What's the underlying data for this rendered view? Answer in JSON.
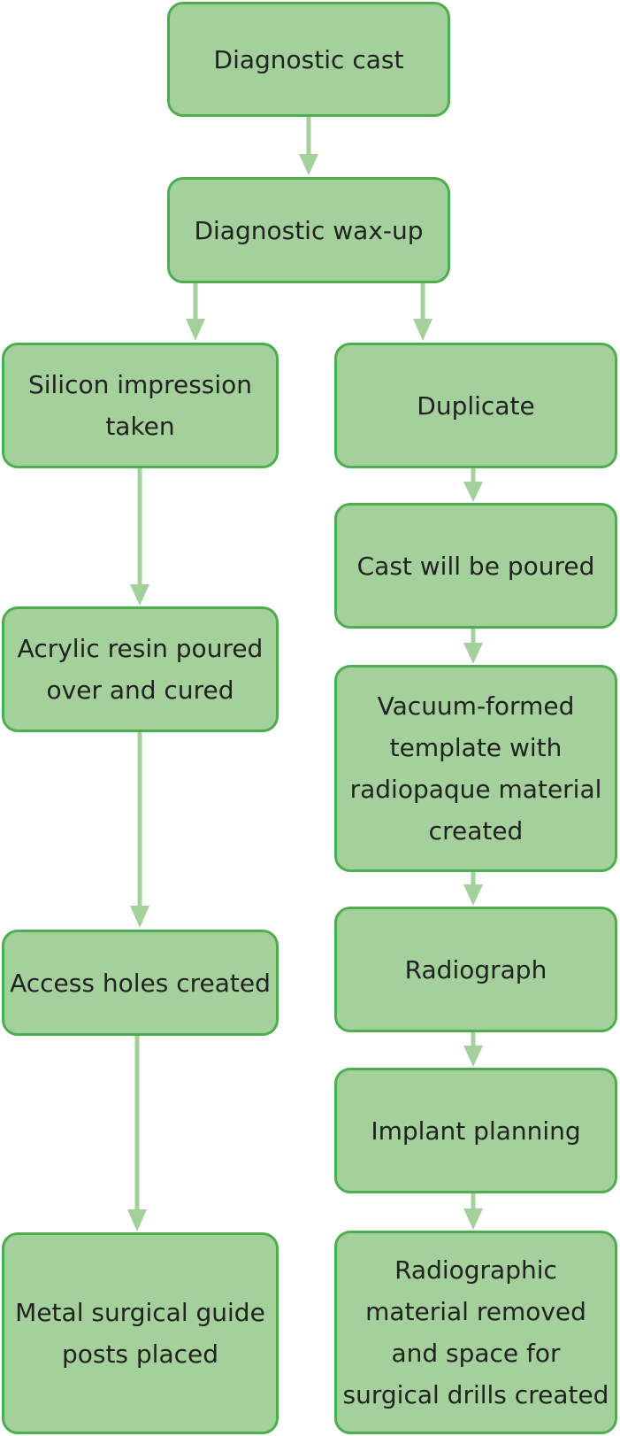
{
  "nodes": {
    "diagnostic_cast": "Diagnostic cast",
    "diagnostic_wax_up": "Diagnostic wax-up",
    "silicon_impression": "Silicon impression\ntaken",
    "duplicate": "Duplicate",
    "cast_poured": "Cast will be poured",
    "acrylic_resin": "Acrylic resin poured\nover and cured",
    "vacuum_formed": "Vacuum-formed\ntemplate with\nradiopaque material\ncreated",
    "access_holes": "Access holes created",
    "radiograph": "Radiograph",
    "implant_planning": "Implant planning",
    "metal_guide_posts": "Metal surgical guide\nposts placed",
    "radiographic_removed": "Radiographic\nmaterial removed\nand space for\nsurgical drills created"
  },
  "edges": [
    {
      "from": "diagnostic_cast",
      "to": "diagnostic_wax_up"
    },
    {
      "from": "diagnostic_wax_up",
      "to": "silicon_impression"
    },
    {
      "from": "diagnostic_wax_up",
      "to": "duplicate"
    },
    {
      "from": "silicon_impression",
      "to": "acrylic_resin"
    },
    {
      "from": "acrylic_resin",
      "to": "access_holes"
    },
    {
      "from": "access_holes",
      "to": "metal_guide_posts"
    },
    {
      "from": "duplicate",
      "to": "cast_poured"
    },
    {
      "from": "cast_poured",
      "to": "vacuum_formed"
    },
    {
      "from": "vacuum_formed",
      "to": "radiograph"
    },
    {
      "from": "radiograph",
      "to": "implant_planning"
    },
    {
      "from": "implant_planning",
      "to": "radiographic_removed"
    }
  ],
  "colors": {
    "node_fill": "#a3d09b",
    "node_border": "#4cae4f",
    "edge": "#a3d09b",
    "text": "#222222"
  }
}
